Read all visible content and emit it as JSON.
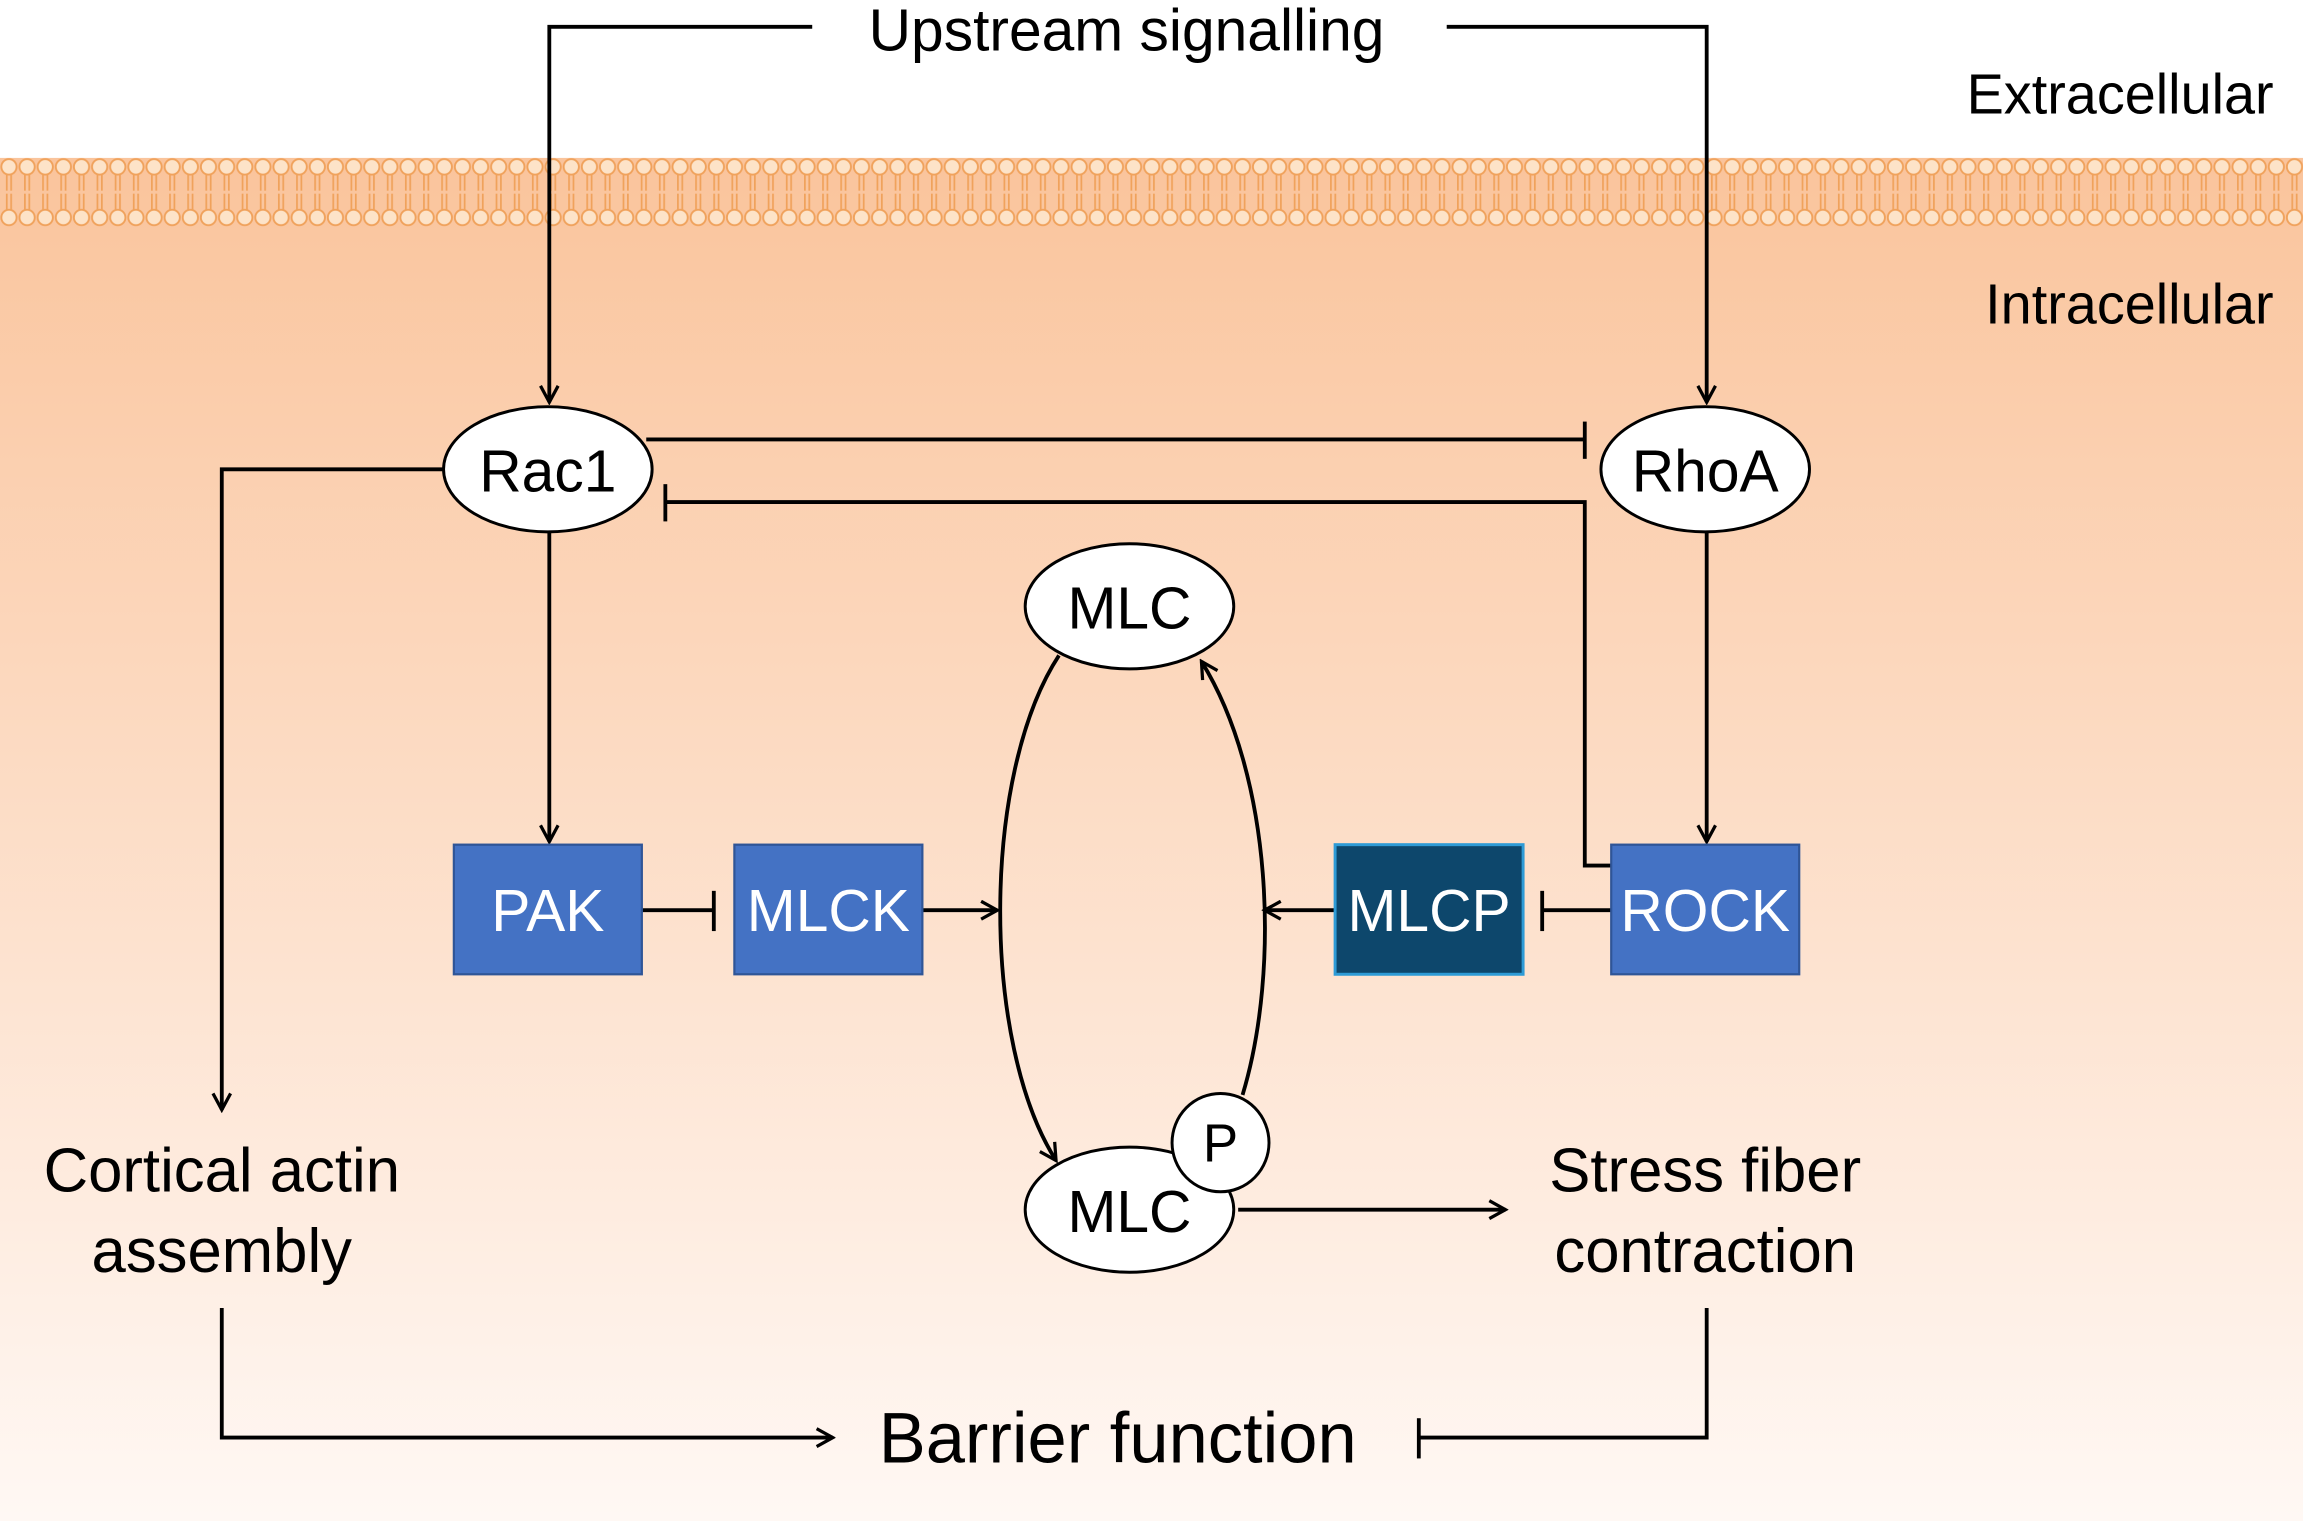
{
  "labels": {
    "upstream": "Upstream signalling",
    "extracellular": "Extracellular",
    "intracellular": "Intracellular",
    "barrier": "Barrier function"
  },
  "nodes": {
    "rac1": "Rac1",
    "rhoa": "RhoA",
    "mlc_top": "MLC",
    "mlc_bottom": "MLC",
    "phospho": "P"
  },
  "boxes": {
    "pak": "PAK",
    "mlck": "MLCK",
    "mlcp": "MLCP",
    "rock": "ROCK"
  },
  "outcomes": {
    "cortical_actin": [
      "Cortical actin",
      "assembly"
    ],
    "stress_fiber": [
      "Stress fiber",
      "contraction"
    ]
  },
  "colors": {
    "kinase_box": "#4472c4",
    "kinase_box_border": "#2f5597",
    "phosphatase_box": "#0d476c",
    "phosphatase_box_border": "#2e9bd6",
    "membrane_head": "#fde3c8",
    "membrane_line": "#f0a25c",
    "cytoplasm_top": "#fac49c",
    "cytoplasm_bottom": "#fff8f4"
  }
}
